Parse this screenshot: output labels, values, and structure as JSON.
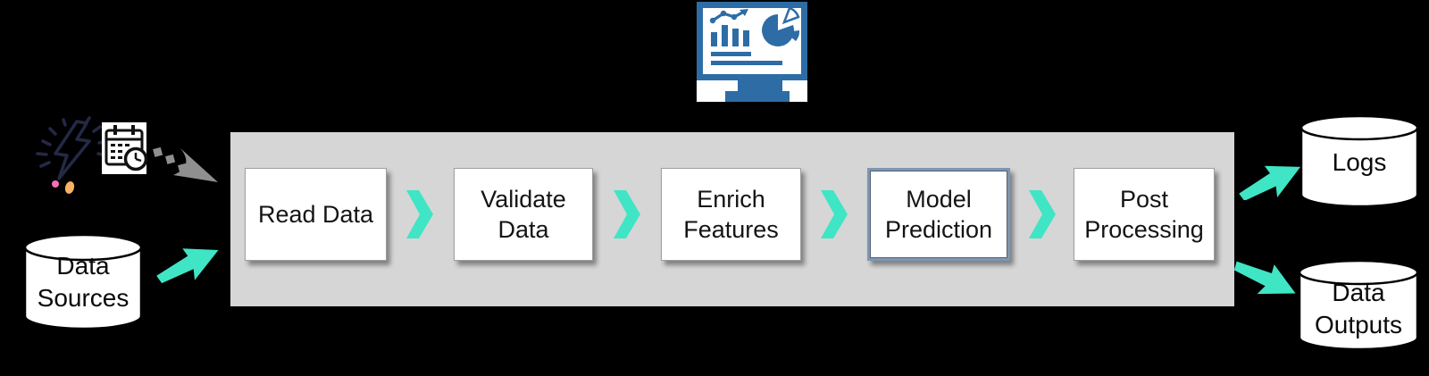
{
  "colors": {
    "background": "#000000",
    "band_gray": "#D6D6D6",
    "accent_teal": "#40E5C5",
    "node_fill": "#FFFFFF",
    "node_border": "#9E9E9E",
    "highlight_border": "#7D97B3",
    "icon_blue": "#2E6CA6",
    "dashed_arrow_gray": "#8F8F8F"
  },
  "icons": {
    "dashboard": "monitor-dashboard-icon (bar chart, trend line, pie chart)",
    "trigger": "lightning-spark-icon",
    "schedule": "calendar-clock-icon",
    "flow_step": "teal chevron",
    "flow_io": "teal arrow",
    "trigger_flow": "gray dashed arrow"
  },
  "pipeline": {
    "stages": [
      {
        "label": "Read Data",
        "highlighted": false
      },
      {
        "label": "Validate\nData",
        "highlighted": false
      },
      {
        "label": "Enrich\nFeatures",
        "highlighted": false
      },
      {
        "label": "Model\nPrediction",
        "highlighted": true
      },
      {
        "label": "Post\nProcessing",
        "highlighted": false
      }
    ]
  },
  "datastores": {
    "input": {
      "label": "Data\nSources"
    },
    "outputs": [
      {
        "label": "Logs"
      },
      {
        "label": "Data\nOutputs"
      }
    ]
  }
}
